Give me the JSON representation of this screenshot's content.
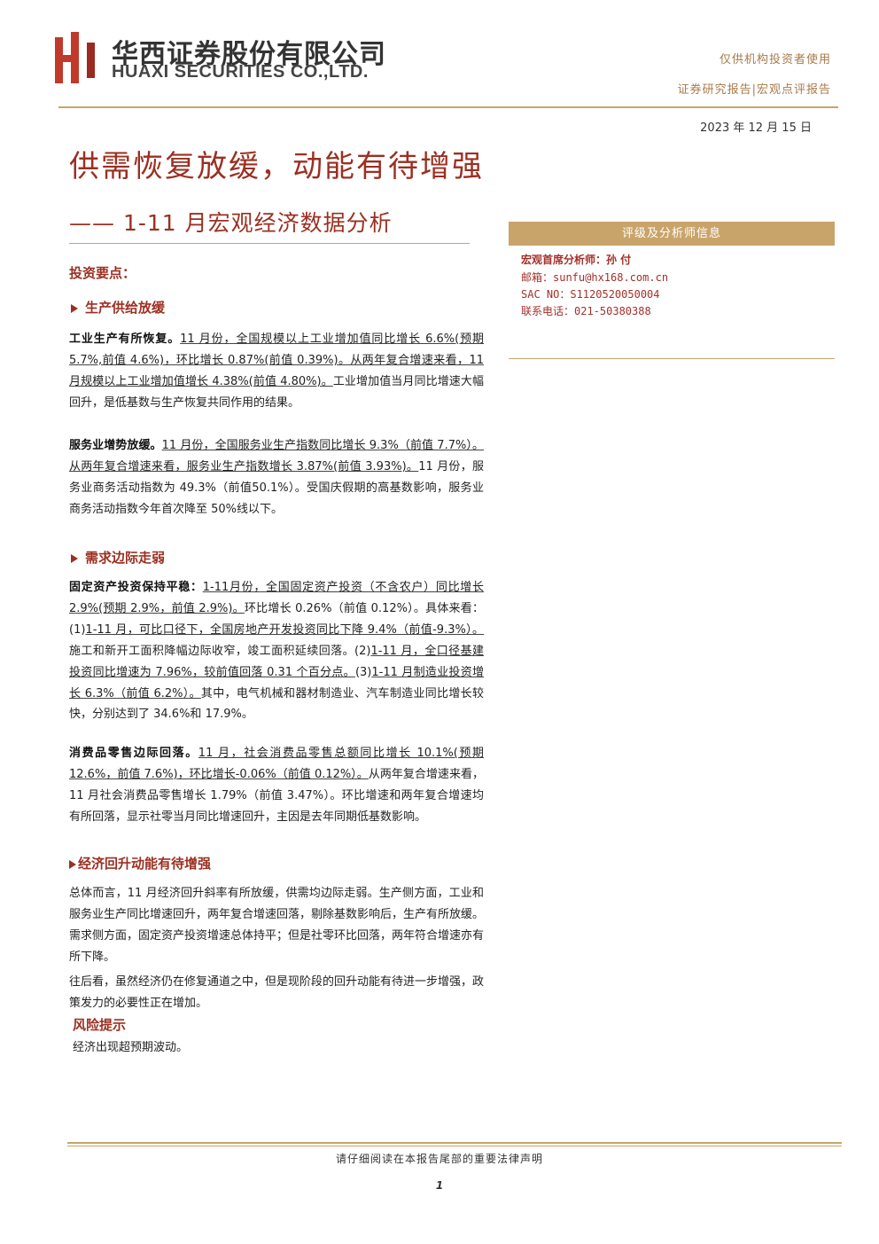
{
  "header": {
    "company_cn": "华西证券股份有限公司",
    "company_en": "HUAXI SECURITIES CO.,LTD.",
    "audience": "仅供机构投资者使用",
    "report_type": "证券研究报告|宏观点评报告",
    "date": "2023 年 12 月 15 日"
  },
  "title": "供需恢复放缓，动能有待增强",
  "subtitle": "—— 1-11 月宏观经济数据分析",
  "analyst": {
    "heading": "评级及分析师信息",
    "name": "宏观首席分析师：孙 付",
    "email": "邮箱：sunfu@hx168.com.cn",
    "sac": "SAC NO：S1120520050004",
    "tel": "联系电话：021-50380388"
  },
  "body": {
    "key_points": "投资要点：",
    "s1_title": "生产供给放缓",
    "p1_lead": "工业生产有所恢复。",
    "p1_u": "11 月份，全国规模以上工业增加值同比增长 6.6%(预期 5.7%,前值 4.6%)，环比增长 0.87%(前值 0.39%)。从两年复合增速来看，11 月规模以上工业增加值增长 4.38%(前值 4.80%)。",
    "p1_rest": "工业增加值当月同比增速大幅回升，是低基数与生产恢复共同作用的结果。",
    "p2_lead": "服务业增势放缓。",
    "p2_u": "11 月份，全国服务业生产指数同比增长 9.3%（前值 7.7%）。从两年复合增速来看，服务业生产指数增长 3.87%(前值 3.93%)。",
    "p2_rest": "11 月份，服务业商务活动指数为 49.3%（前值50.1%）。受国庆假期的高基数影响，服务业商务活动指数今年首次降至 50%线以下。",
    "s2_title": "需求边际走弱",
    "p3_lead": "固定资产投资保持平稳：",
    "p3_u1": "1-11月份，全国固定资产投资（不含农户）同比增长 2.9%(预期 2.9%，前值 2.9%)。",
    "p3_t1": "环比增长 0.26%（前值 0.12%）。具体来看：(1)",
    "p3_u2": "1-11 月，可比口径下，全国房地产开发投资同比下降 9.4%（前值-9.3%）。",
    "p3_t2": "施工和新开工面积降幅边际收窄，竣工面积延续回落。(2)",
    "p3_u3": "1-11 月，全口径基建投资同比增速为 7.96%，较前值回落 0.31 个百分点。",
    "p3_t3": "(3)",
    "p3_u4": "1-11 月制造业投资增长 6.3%（前值 6.2%）。",
    "p3_t4": "其中，电气机械和器材制造业、汽车制造业同比增长较快，分别达到了 34.6%和 17.9%。",
    "p4_lead": "消费品零售边际回落。",
    "p4_u": "11 月，社会消费品零售总额同比增长 10.1%(预期 12.6%，前值 7.6%)，环比增长-0.06%（前值 0.12%）。",
    "p4_rest": "从两年复合增速来看，11 月社会消费品零售增长 1.79%（前值 3.47%）。环比增速和两年复合增速均有所回落，显示社零当月同比增速回升，主因是去年同期低基数影响。",
    "s3_title": "经济回升动能有待增强",
    "p5": "总体而言，11 月经济回升斜率有所放缓，供需均边际走弱。生产侧方面，工业和服务业生产同比增速回升，两年复合增速回落，剔除基数影响后，生产有所放缓。需求侧方面，固定资产投资增速总体持平；但是社零环比回落，两年符合增速亦有所下降。",
    "p6": "往后看，虽然经济仍在修复通道之中，但是现阶段的回升动能有待进一步增强，政策发力的必要性正在增加。",
    "risk_title": "风险提示",
    "risk_text": "经济出现超预期波动。"
  },
  "footer": {
    "disclaimer": "请仔细阅读在本报告尾部的重要法律声明",
    "page": "1"
  },
  "colors": {
    "brand_red": "#9b3022",
    "gold": "#c9a46a"
  }
}
